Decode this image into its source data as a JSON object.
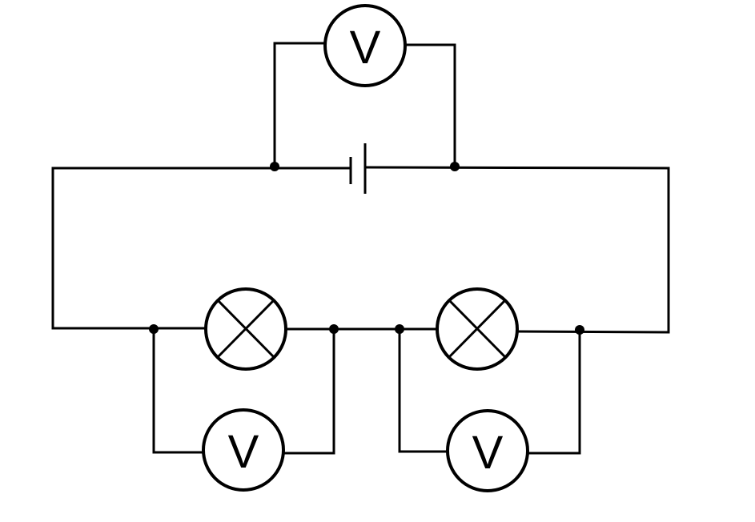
{
  "colors": {
    "line": "#000000",
    "background": "#ffffff"
  },
  "components": {
    "voltmeter_battery": {
      "label": "V"
    },
    "voltmeter_lamp_left": {
      "label": "V"
    },
    "voltmeter_lamp_right": {
      "label": "V"
    }
  }
}
